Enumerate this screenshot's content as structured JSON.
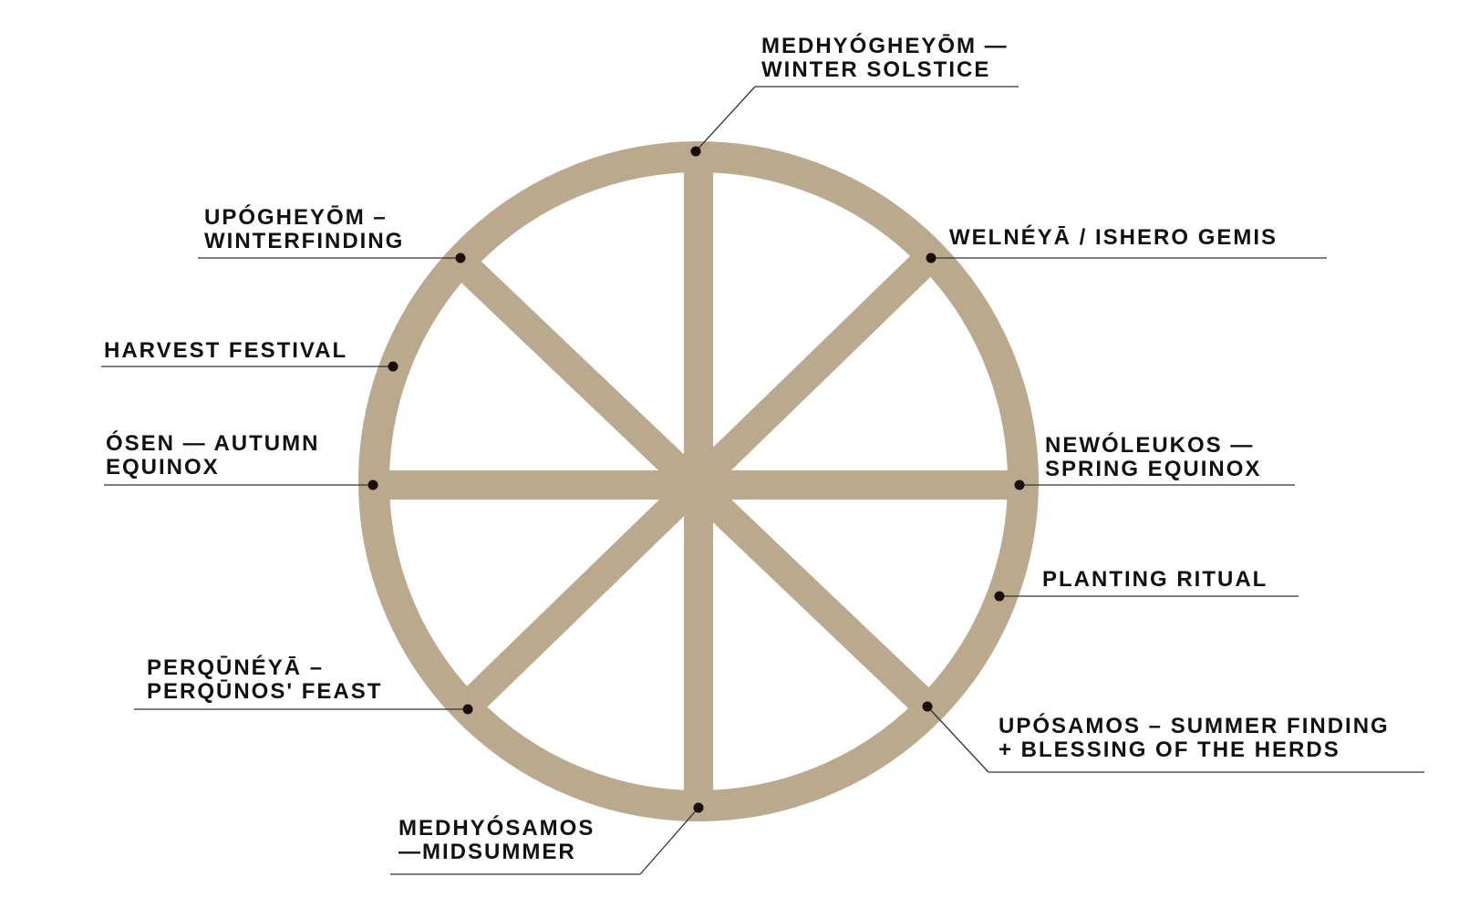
{
  "colors": {
    "wheel": "#bba98d",
    "ink": "#111111",
    "dot": "#1a0f0f",
    "leader": "#333333"
  },
  "festivals": [
    {
      "id": "winter-solstice",
      "lines": [
        "MEDHYÓGHEYŌM —",
        "WINTER SOLSTICE"
      ]
    },
    {
      "id": "welneya",
      "lines": [
        "WELNÉYĀ / ISHERO GEMIS"
      ]
    },
    {
      "id": "spring-equinox",
      "lines": [
        "NEWÓLEUKOS —",
        "SPRING EQUINOX"
      ]
    },
    {
      "id": "planting-ritual",
      "lines": [
        "PLANTING RITUAL"
      ]
    },
    {
      "id": "summer-finding",
      "lines": [
        "UPÓSAMOS – SUMMER FINDING",
        "+ BLESSING OF THE HERDS"
      ]
    },
    {
      "id": "midsummer",
      "lines": [
        "MEDHYÓSAMOS",
        "—MIDSUMMER"
      ]
    },
    {
      "id": "perqunos-feast",
      "lines": [
        "PERQŪNÉYĀ –",
        "PERQŪNOS' FEAST"
      ]
    },
    {
      "id": "autumn-equinox",
      "lines": [
        "ÓSEN — AUTUMN",
        "EQUINOX"
      ]
    },
    {
      "id": "harvest-festival",
      "lines": [
        "HARVEST FESTIVAL"
      ]
    },
    {
      "id": "winterfinding",
      "lines": [
        "UPÓGHEYŌM –",
        "WINTERFINDING"
      ]
    }
  ]
}
